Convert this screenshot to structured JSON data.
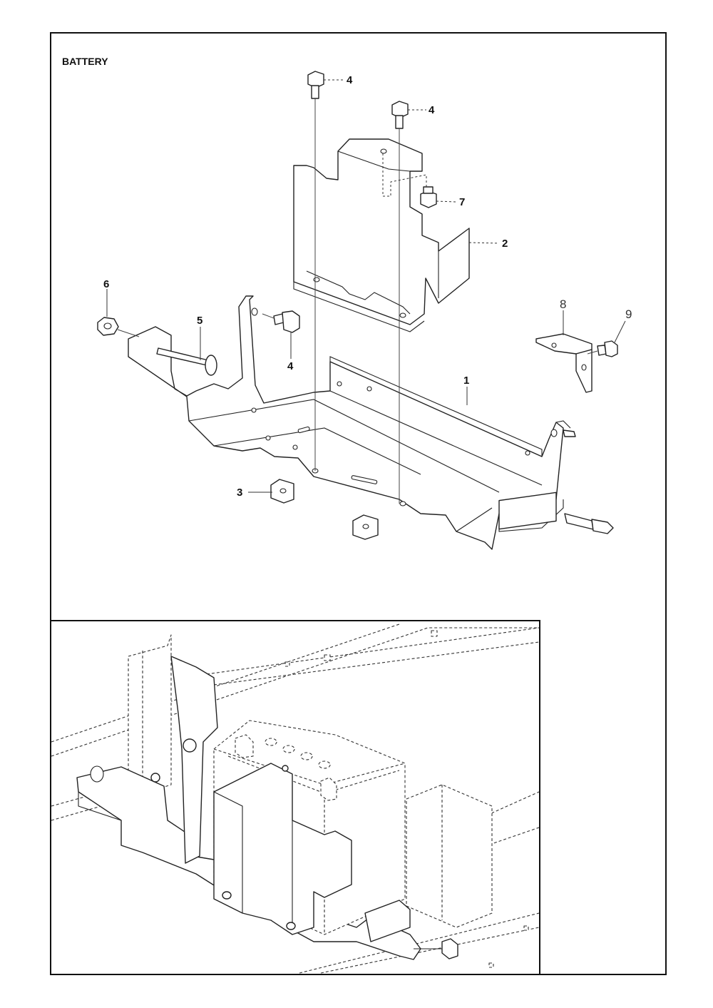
{
  "title": "BATTERY",
  "callouts": {
    "c1": "1",
    "c2": "2",
    "c3": "3",
    "c4a": "4",
    "c4b": "4",
    "c4c": "4",
    "c5": "5",
    "c6": "6",
    "c7": "7",
    "c8": "8",
    "c9": "9"
  }
}
